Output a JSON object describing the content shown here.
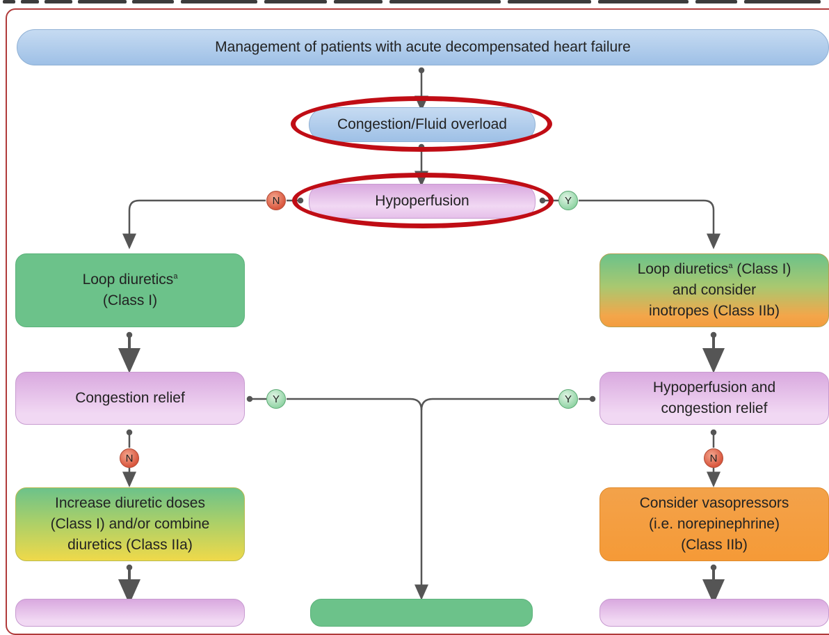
{
  "colors": {
    "highlight_ring": "#c00d15",
    "connector": "#555555",
    "frame": "#b03a3a"
  },
  "nodes": {
    "title": "Management of patients with acute decompensated heart failure",
    "congestion": "Congestion/Fluid overload",
    "hypoperfusion": "Hypoperfusion",
    "loop_left": "Loop diuretics",
    "loop_left_sup": "a",
    "loop_left_class": "(Class I)",
    "loop_right_a": "Loop diuretics",
    "loop_right_sup": "a",
    "loop_right_b": " (Class I)",
    "loop_right_c": "and consider",
    "loop_right_d": "inotropes (Class IIb)",
    "congestion_relief": "Congestion relief",
    "hypo_congestion_relief": "Hypoperfusion and\ncongestion relief",
    "increase_diuretic": "Increase diuretic doses\n(Class I) and/or combine\ndiuretics (Class IIa)",
    "vasopressors": "Consider vasopressors\n(i.e. norepinephrine)\n(Class IIb)"
  },
  "badges": {
    "no": "N",
    "yes": "Y"
  }
}
